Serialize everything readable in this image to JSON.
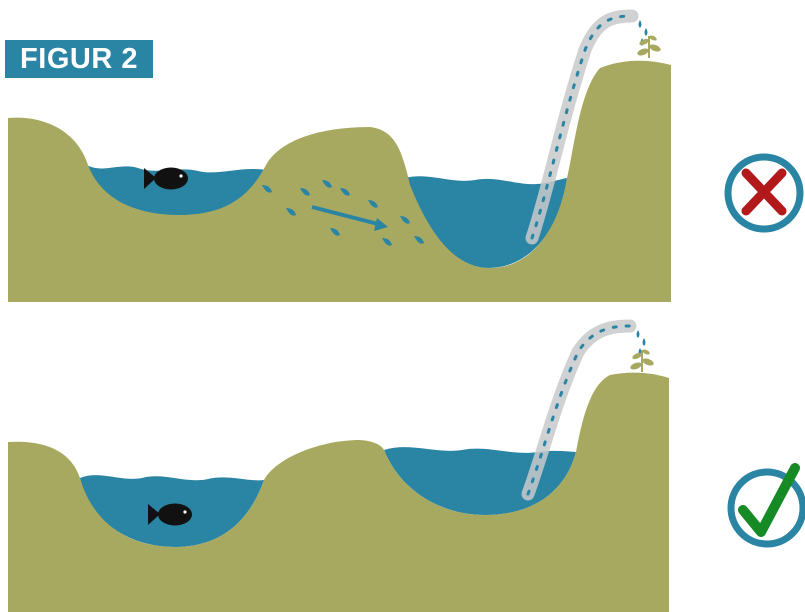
{
  "figure_label": "FIGUR 2",
  "colors": {
    "label_background": "#2a84a4",
    "ground": "#a8a960",
    "water": "#2a84a4",
    "droplet": "#2a84a4",
    "pipe": "#c8c9cb",
    "fish": "#111111",
    "plant": "#a8a960",
    "wrong_ring": "#2a84a4",
    "wrong_mark": "#b2191a",
    "right_ring": "#2a84a4",
    "right_mark": "#168a25"
  },
  "scenes": [
    {
      "name": "top",
      "depicts": [
        "ground",
        "lake-with-fish",
        "seepage-through-ridge",
        "second-basin",
        "pipe-pumping-to-plant"
      ],
      "verdict_icon": "cross-icon"
    },
    {
      "name": "bottom",
      "depicts": [
        "ground",
        "lake-with-fish",
        "connected-basin",
        "pipe-pumping-to-plant"
      ],
      "verdict_icon": "checkmark-icon"
    }
  ]
}
